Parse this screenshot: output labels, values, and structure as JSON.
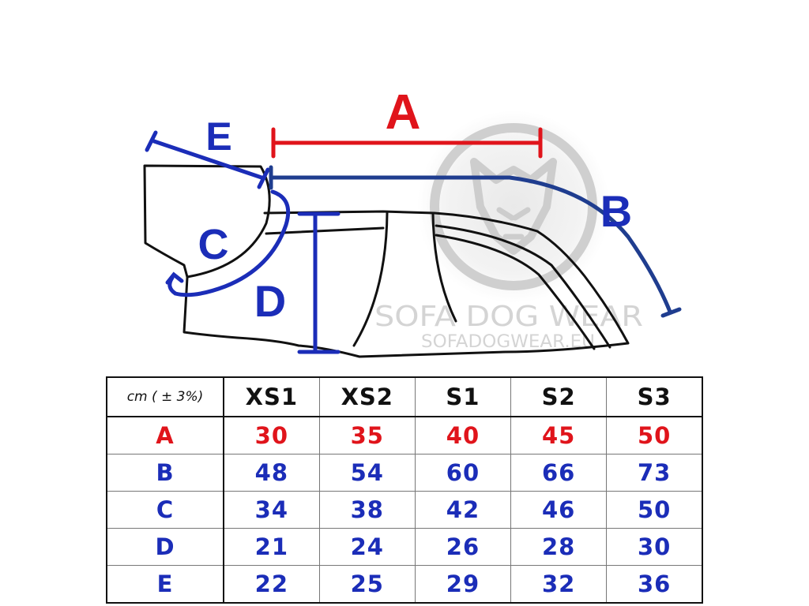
{
  "diagram": {
    "labels": {
      "a": "A",
      "b": "B",
      "c": "C",
      "d": "D",
      "e": "E"
    },
    "watermark": {
      "brand": "SOFA DOG WEAR",
      "site": "SOFADOGWEAR.EU"
    },
    "colors": {
      "red": "#e0141b",
      "blue": "#1b2db8",
      "navy": "#1f3d8f",
      "outline": "#111111",
      "watermark": "#d4d4d4"
    }
  },
  "table": {
    "unit_label": "cm ( ± 3%)",
    "sizes": [
      "XS1",
      "XS2",
      "S1",
      "S2",
      "S3"
    ],
    "rows": [
      {
        "label": "A",
        "color": "#e0141b",
        "values": [
          "30",
          "35",
          "40",
          "45",
          "50"
        ]
      },
      {
        "label": "B",
        "color": "#1b2db8",
        "values": [
          "48",
          "54",
          "60",
          "66",
          "73"
        ]
      },
      {
        "label": "C",
        "color": "#1b2db8",
        "values": [
          "34",
          "38",
          "42",
          "46",
          "50"
        ]
      },
      {
        "label": "D",
        "color": "#1b2db8",
        "values": [
          "21",
          "24",
          "26",
          "28",
          "30"
        ]
      },
      {
        "label": "E",
        "color": "#1b2db8",
        "values": [
          "22",
          "25",
          "29",
          "32",
          "36"
        ]
      }
    ]
  }
}
